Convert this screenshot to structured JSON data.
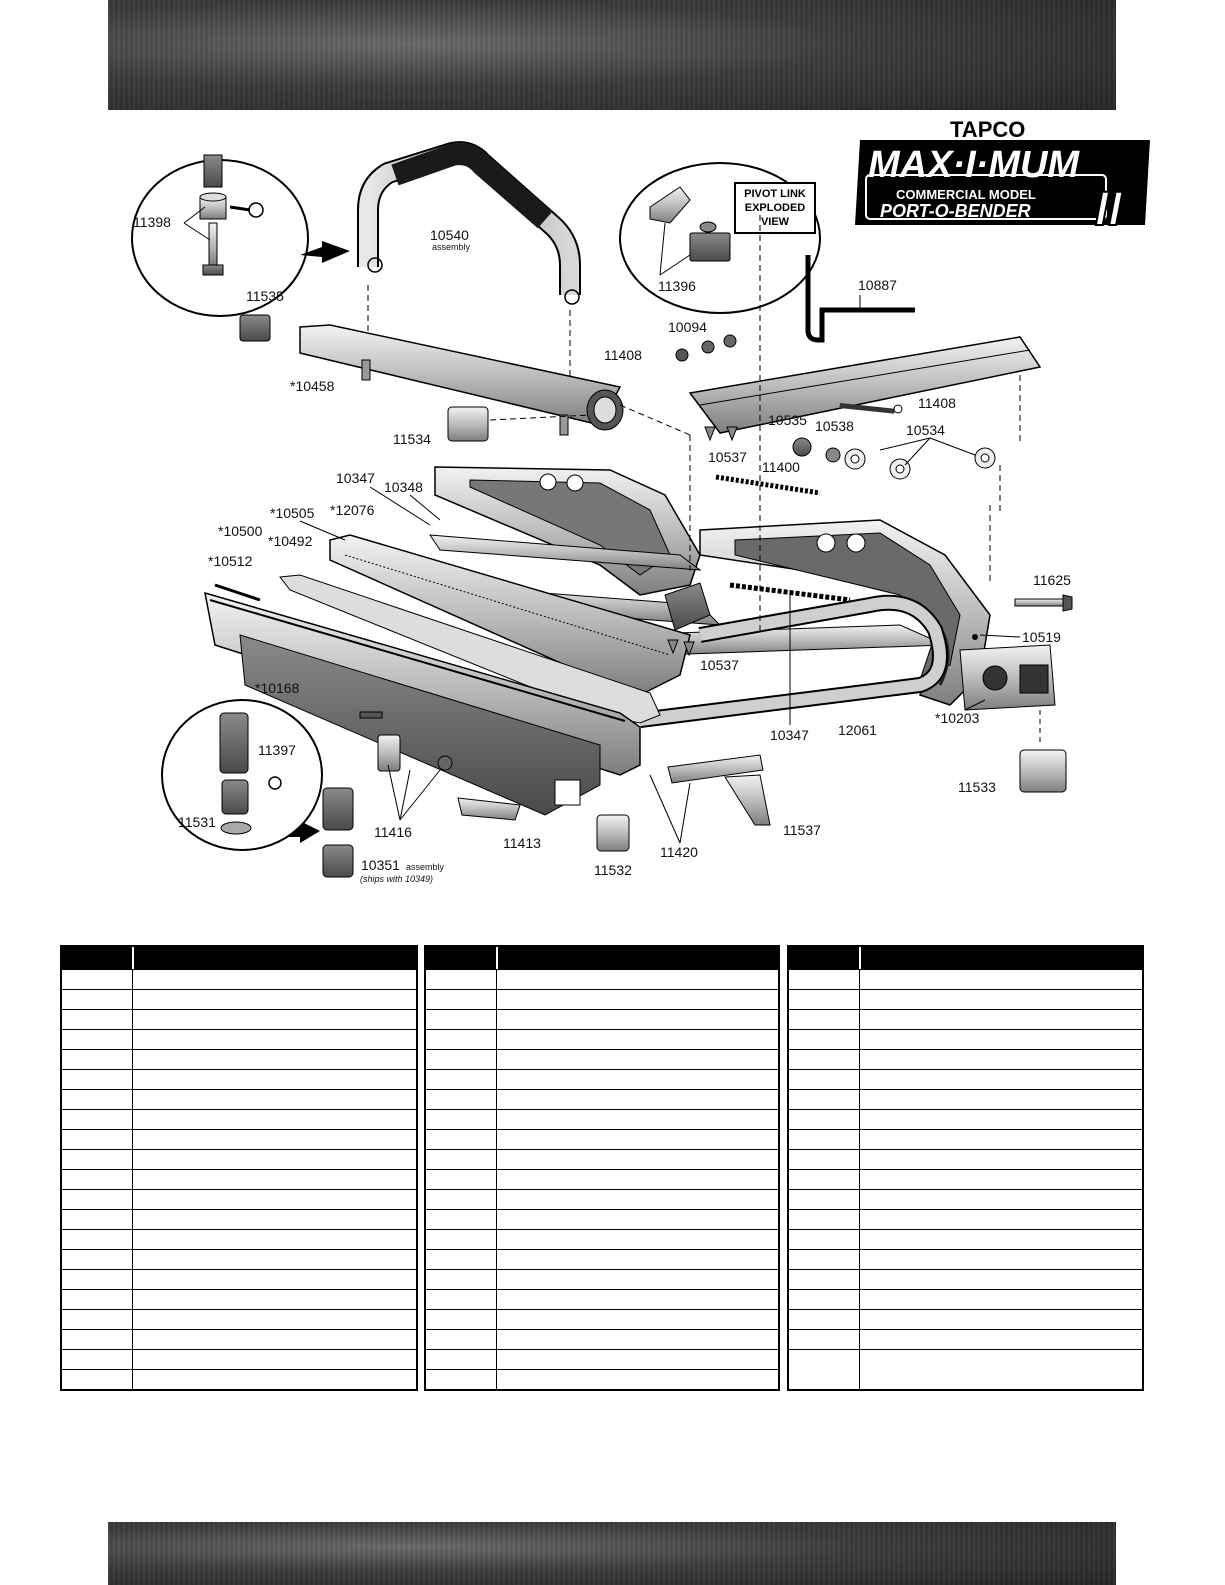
{
  "logo": {
    "brand": "TAPCO",
    "name": "MAX·I·MUM",
    "model_line": "COMMERCIAL MODEL",
    "product": "PORT-O-BENDER",
    "numeral": "II"
  },
  "inset_label": {
    "line1": "PIVOT LINK",
    "line2": "EXPLODED",
    "line3": "VIEW"
  },
  "callouts": {
    "c11398": "11398",
    "c10540": "10540",
    "c10540_sub": "assembly",
    "c11535": "11535",
    "c10458": "*10458",
    "c11396": "11396",
    "c10887": "10887",
    "c10094": "10094",
    "c11408a": "11408",
    "c11408b": "11408",
    "c11534": "11534",
    "c10535": "10535",
    "c10538": "10538",
    "c10534": "10534",
    "c10537a": "10537",
    "c11400": "11400",
    "c10347a": "10347",
    "c10348": "10348",
    "c10505": "*10505",
    "c12076": "*12076",
    "c10500": "*10500",
    "c10492": "*10492",
    "c10512": "*10512",
    "c11625": "11625",
    "c10519": "10519",
    "c10537b": "10537",
    "c10168": "*10168",
    "c10203": "*10203",
    "c10347b": "10347",
    "c12061": "12061",
    "c11397": "11397",
    "c11531": "11531",
    "c11416": "11416",
    "c10351": "10351",
    "c10351_sub": "assembly",
    "c10351_note": "(ships with 10349)",
    "c11413": "11413",
    "c11532": "11532",
    "c11420": "11420",
    "c11537": "11537",
    "c11533": "11533"
  },
  "tables": [
    {
      "rows": 21
    },
    {
      "rows": 21
    },
    {
      "rows": 20,
      "last_row_tall": true
    }
  ]
}
